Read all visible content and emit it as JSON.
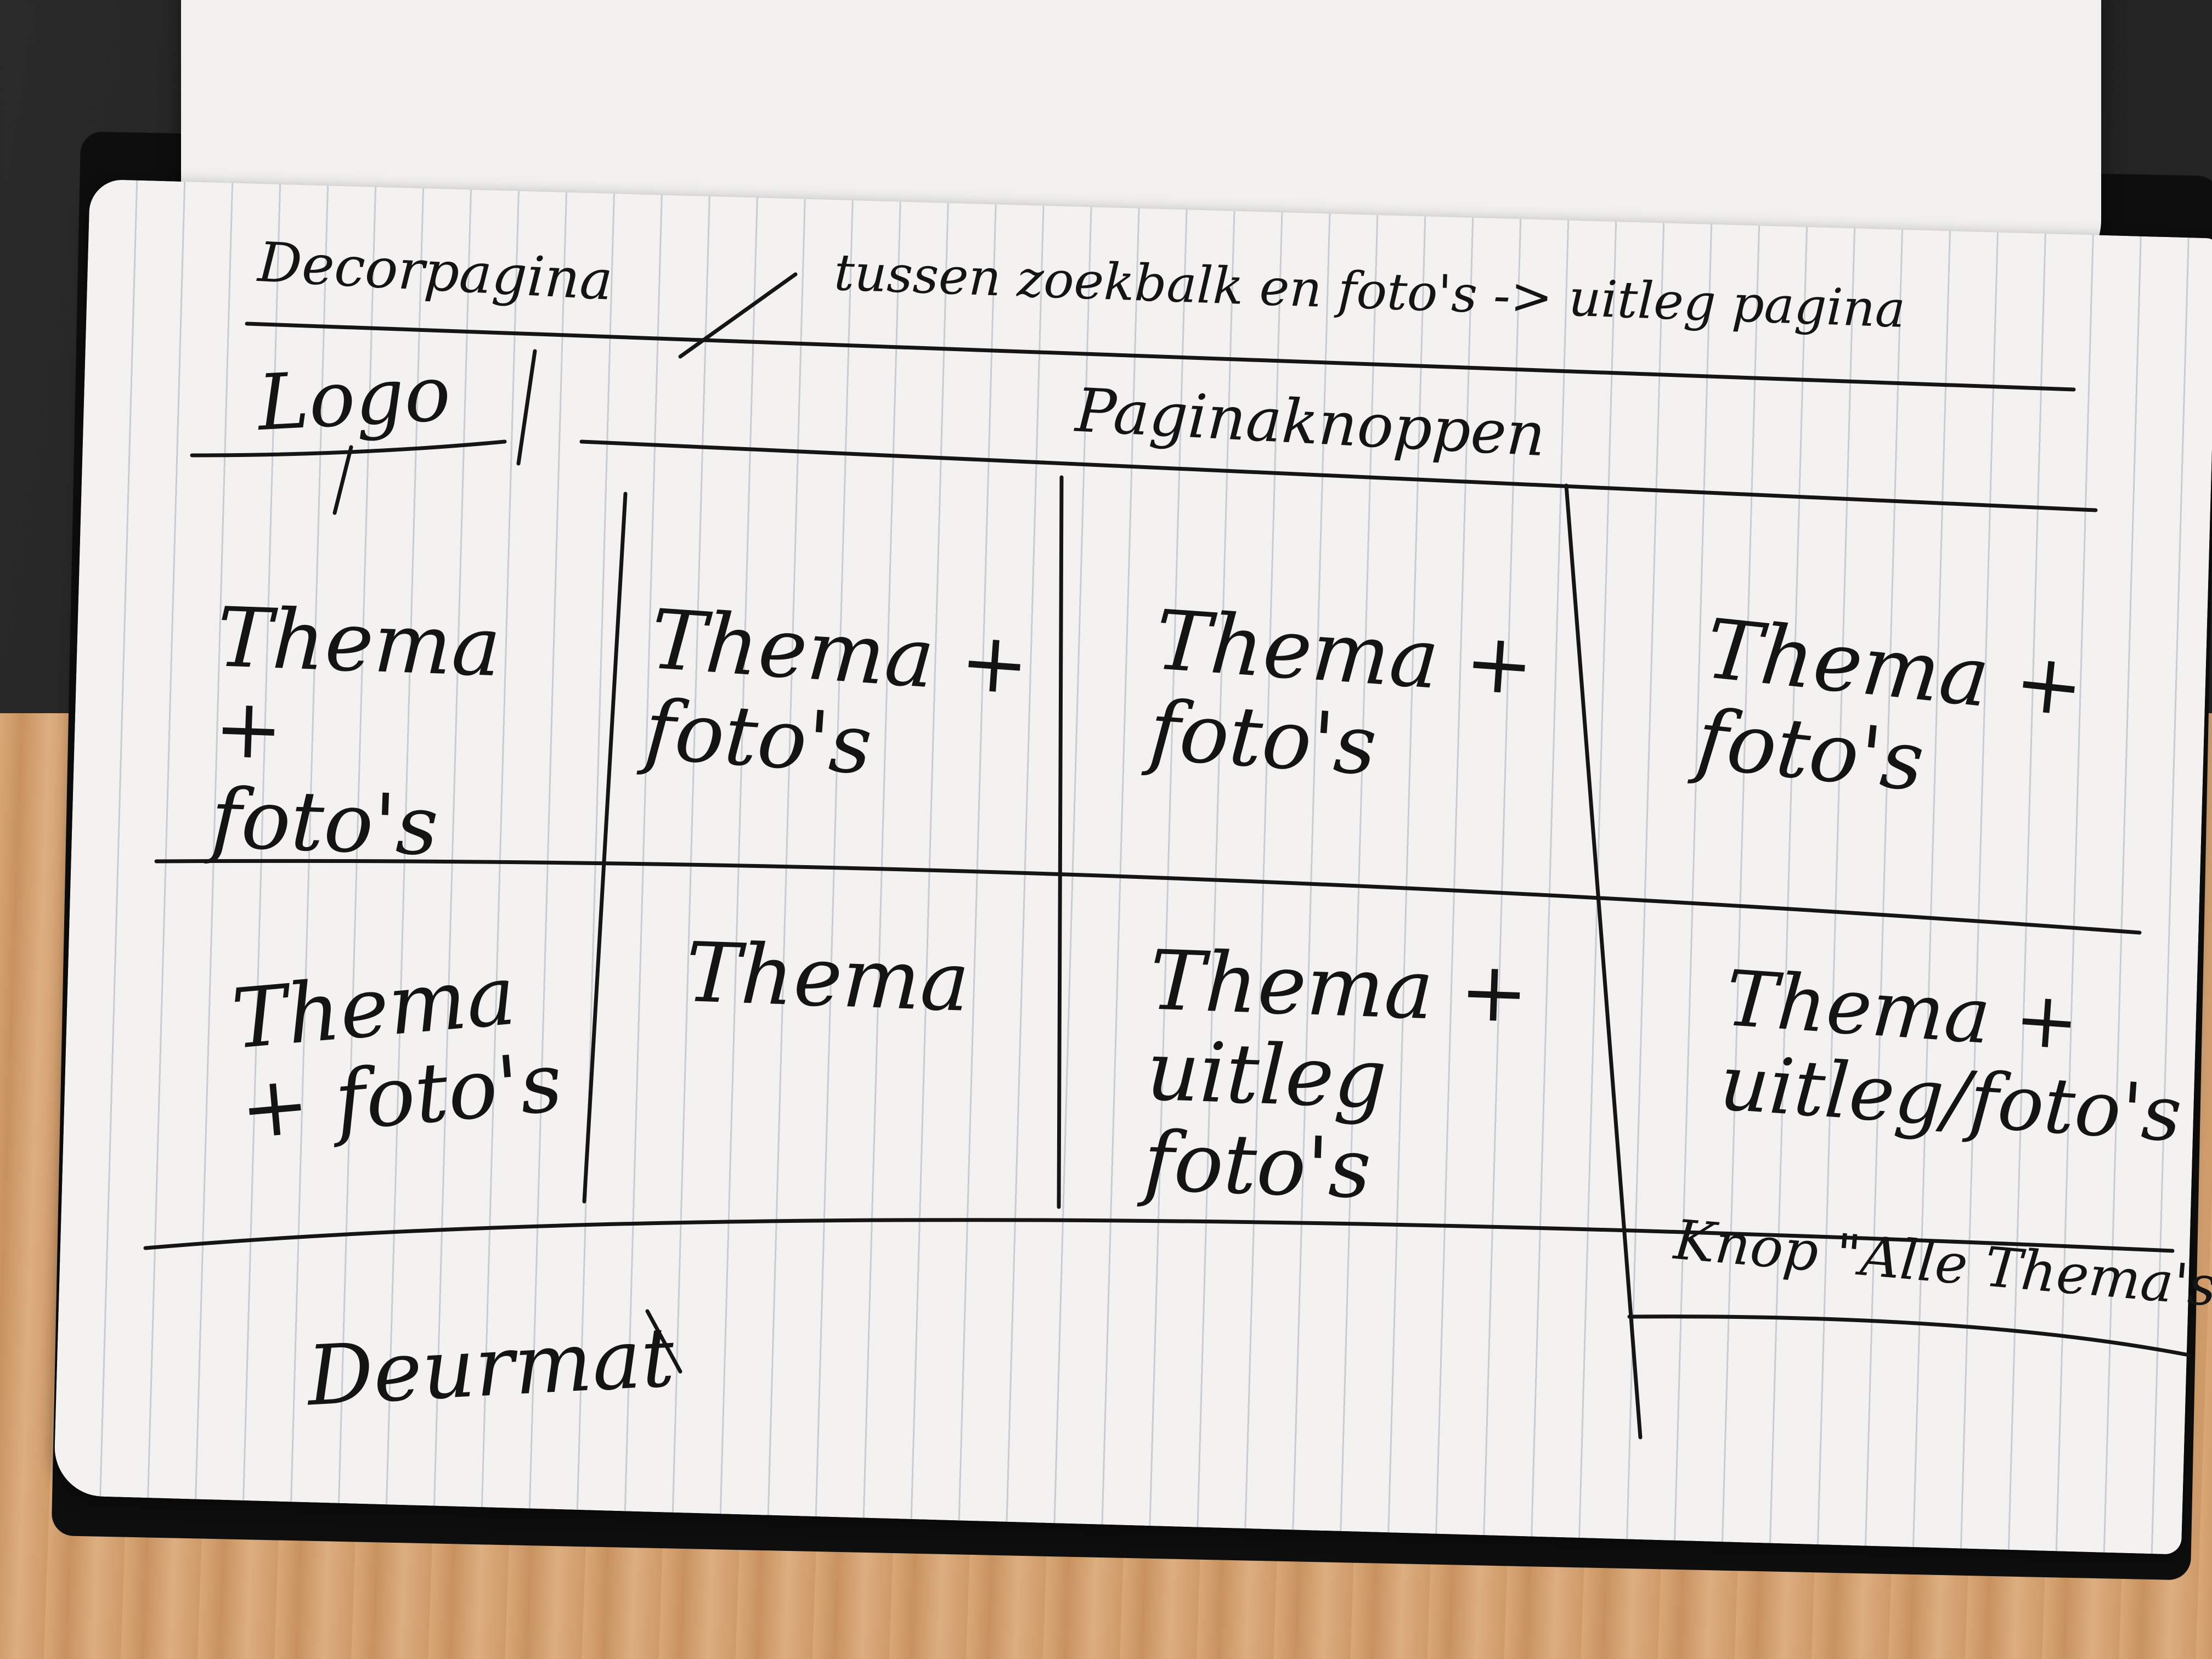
{
  "sketch": {
    "header_note": {
      "page_name": "Decorpagina",
      "description": "tussen zoekbalk en foto's -> uitleg pagina"
    },
    "logo_label": "Logo",
    "nav_label": "Paginaknoppen",
    "grid": {
      "row1": [
        "Thema + foto's",
        "Thema + foto's",
        "Thema + foto's",
        "Thema + foto's"
      ],
      "row2": [
        "Thema + foto's",
        "Thema",
        "Thema + uitleg foto's",
        "Thema + uitleg/foto's"
      ]
    },
    "button_label": "Knop \"Alle Thema's\"",
    "footer_label": "Deurmat"
  },
  "colors": {
    "paper": "#f3f2f0",
    "ink": "#141414",
    "rule_lines": "#c9ccd4",
    "desk": "#d9a878",
    "cover": "#0e0e0e"
  }
}
